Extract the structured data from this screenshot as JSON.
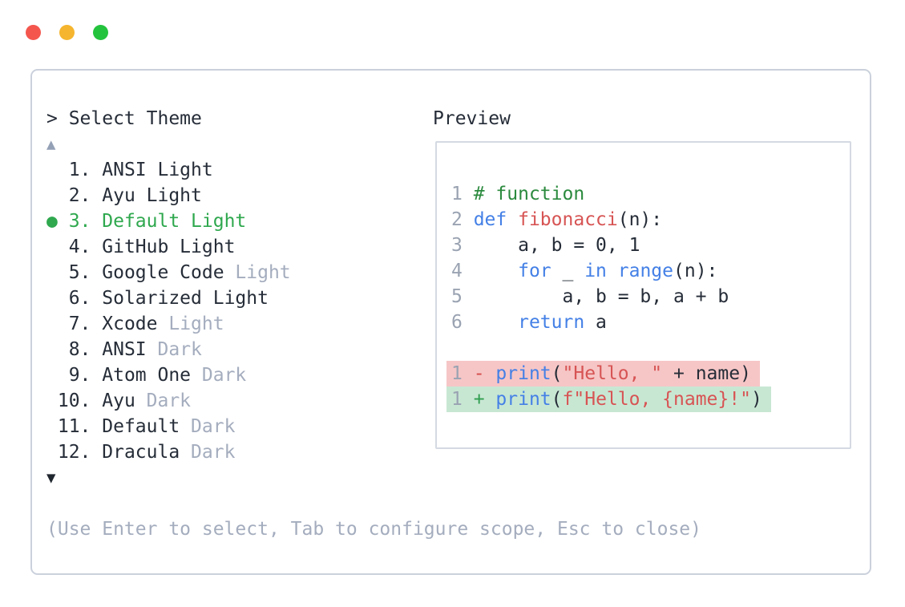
{
  "window": {
    "controls": [
      "close",
      "minimize",
      "maximize"
    ]
  },
  "selector": {
    "prompt": "> Select Theme",
    "scroll_up": "▲",
    "scroll_down": "▼",
    "items": [
      {
        "marker": " ",
        "num": " 1.",
        "selected": false,
        "parts": [
          [
            "ANSI Light",
            "plain"
          ]
        ]
      },
      {
        "marker": " ",
        "num": " 2.",
        "selected": false,
        "parts": [
          [
            "Ayu Light",
            "plain"
          ]
        ]
      },
      {
        "marker": "●",
        "num": " 3.",
        "selected": true,
        "parts": [
          [
            "Default Light",
            "selected"
          ]
        ]
      },
      {
        "marker": " ",
        "num": " 4.",
        "selected": false,
        "parts": [
          [
            "GitHub Light",
            "plain"
          ]
        ]
      },
      {
        "marker": " ",
        "num": " 5.",
        "selected": false,
        "parts": [
          [
            "Google Code ",
            "plain"
          ],
          [
            "Light",
            "muted"
          ]
        ]
      },
      {
        "marker": " ",
        "num": " 6.",
        "selected": false,
        "parts": [
          [
            "Solarized Light",
            "plain"
          ]
        ]
      },
      {
        "marker": " ",
        "num": " 7.",
        "selected": false,
        "parts": [
          [
            "Xcode ",
            "plain"
          ],
          [
            "Light",
            "muted"
          ]
        ]
      },
      {
        "marker": " ",
        "num": " 8.",
        "selected": false,
        "parts": [
          [
            "ANSI ",
            "plain"
          ],
          [
            "Dark",
            "muted"
          ]
        ]
      },
      {
        "marker": " ",
        "num": " 9.",
        "selected": false,
        "parts": [
          [
            "Atom One ",
            "plain"
          ],
          [
            "Dark",
            "muted"
          ]
        ]
      },
      {
        "marker": " ",
        "num": "10.",
        "selected": false,
        "parts": [
          [
            "Ayu ",
            "plain"
          ],
          [
            "Dark",
            "muted"
          ]
        ]
      },
      {
        "marker": " ",
        "num": "11.",
        "selected": false,
        "parts": [
          [
            "Default ",
            "plain"
          ],
          [
            "Dark",
            "muted"
          ]
        ]
      },
      {
        "marker": " ",
        "num": "12.",
        "selected": false,
        "parts": [
          [
            "Dracula ",
            "plain"
          ],
          [
            "Dark",
            "muted"
          ]
        ]
      }
    ]
  },
  "preview": {
    "title": "Preview",
    "lines": [
      {
        "num": "1",
        "tokens": [
          [
            "# function",
            "comment"
          ]
        ]
      },
      {
        "num": "2",
        "tokens": [
          [
            "def",
            "keyword"
          ],
          [
            " ",
            "plain"
          ],
          [
            "fibonacci",
            "func"
          ],
          [
            "(n):",
            "plain"
          ]
        ]
      },
      {
        "num": "3",
        "tokens": [
          [
            "    a, b = 0, 1",
            "plain"
          ]
        ]
      },
      {
        "num": "4",
        "tokens": [
          [
            "    ",
            "plain"
          ],
          [
            "for",
            "keyword"
          ],
          [
            " _ ",
            "plain"
          ],
          [
            "in",
            "keyword"
          ],
          [
            " ",
            "plain"
          ],
          [
            "range",
            "keyword"
          ],
          [
            "(n):",
            "plain"
          ]
        ]
      },
      {
        "num": "5",
        "tokens": [
          [
            "        a, b = b, a + b",
            "plain"
          ]
        ]
      },
      {
        "num": "6",
        "tokens": [
          [
            "    ",
            "plain"
          ],
          [
            "return",
            "keyword"
          ],
          [
            " a",
            "plain"
          ]
        ]
      },
      {
        "blank": true
      },
      {
        "num": "1",
        "diff": "removed",
        "sign": "-",
        "tokens": [
          [
            "print",
            "keyword"
          ],
          [
            "(",
            "plain"
          ],
          [
            "\"Hello, \"",
            "string"
          ],
          [
            " + name)",
            "plain"
          ]
        ]
      },
      {
        "num": "1",
        "diff": "added",
        "sign": "+",
        "tokens": [
          [
            "print",
            "keyword"
          ],
          [
            "(",
            "plain"
          ],
          [
            "f\"Hello, {name}!\"",
            "string"
          ],
          [
            ")",
            "plain"
          ]
        ]
      }
    ]
  },
  "footer": {
    "hint": "(Use Enter to select, Tab to configure scope, Esc to close)"
  },
  "palette": {
    "text_primary": "#262d38",
    "text_muted": "#a4adbe",
    "line_number": "#9aa3b2",
    "selected_green": "#2fa84e",
    "comment_green": "#2b8a3e",
    "keyword_blue": "#4480e6",
    "string_red": "#d75454",
    "diff_removed_bg": "#f6c6c6",
    "diff_added_bg": "#c8e7d3",
    "diff_minus": "#d64949",
    "diff_plus": "#2f9e4f",
    "panel_border": "#cbd1dc",
    "preview_border": "#d4d9e2",
    "traffic_red": "#f4564e",
    "traffic_yellow": "#f5b52e",
    "traffic_green": "#24c33d",
    "scroll_up_arrow": "#93a0b6",
    "scroll_down_arrow": "#20262e"
  }
}
